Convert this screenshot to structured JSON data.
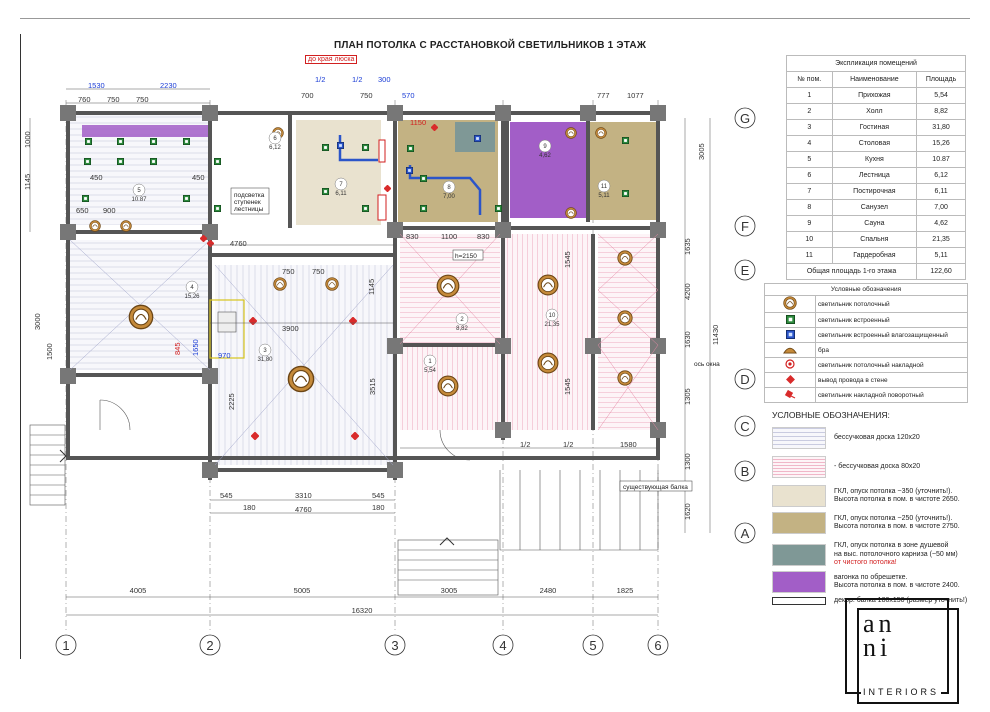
{
  "title": "ПЛАН ПОТОЛКА С РАССТАНОВКОЙ СВЕТИЛЬНИКОВ 1 ЭТАЖ",
  "note_hatch": "до края люска",
  "explication": {
    "title": "Экспликация помещений",
    "headers": [
      "№ пом.",
      "Наименование",
      "Площадь"
    ],
    "rows": [
      [
        "1",
        "Прихожая",
        "5,54"
      ],
      [
        "2",
        "Холл",
        "8,82"
      ],
      [
        "3",
        "Гостиная",
        "31,80"
      ],
      [
        "4",
        "Столовая",
        "15,26"
      ],
      [
        "5",
        "Кухня",
        "10.87"
      ],
      [
        "6",
        "Лестница",
        "6,12"
      ],
      [
        "7",
        "Постирочная",
        "6,11"
      ],
      [
        "8",
        "Санузел",
        "7,00"
      ],
      [
        "9",
        "Сауна",
        "4,62"
      ],
      [
        "10",
        "Спальня",
        "21,35"
      ],
      [
        "11",
        "Гардеробная",
        "5,11"
      ]
    ],
    "total_label": "Общая площадь 1-го этажа",
    "total_value": "122,60"
  },
  "legend_symbols": {
    "title": "Условные обозначения",
    "items": [
      {
        "icon": "ceiling-lamp-icon",
        "label": "светильник потолочный"
      },
      {
        "icon": "recessed-lamp-icon",
        "label": "светильник встроенный"
      },
      {
        "icon": "wet-recessed-lamp-icon",
        "label": "светильник встроенный влагозащищенный"
      },
      {
        "icon": "sconce-icon",
        "label": "бра"
      },
      {
        "icon": "surface-lamp-icon",
        "label": "светильник потолочный накладной"
      },
      {
        "icon": "wall-outlet-icon",
        "label": "вывод провода в стене"
      },
      {
        "icon": "swivel-lamp-icon",
        "label": "светильник накладной поворотный"
      }
    ]
  },
  "legend_materials": {
    "title": "УСЛОВНЫЕ ОБОЗНАЧЕНИЯ:",
    "items": [
      {
        "line1": "бессучковая доска 120х20",
        "line2": "",
        "line3": "",
        "swatch": "#e9e9f2"
      },
      {
        "line1": "- бессучковая доска 80х20",
        "line2": "",
        "line3": "",
        "swatch": "#f6dbe4"
      },
      {
        "line1": "ГКЛ, опуск потолка ~350 (уточнить!).",
        "line2": "Высота потолка в пом. в чистоте 2650.",
        "line3": "",
        "swatch": "#e9e2cf"
      },
      {
        "line1": "ГКЛ, опуск потолка ~250 (уточнить!).",
        "line2": "Высота потолка в пом. в чистоте 2750.",
        "line3": "",
        "swatch": "#c3b283"
      },
      {
        "line1": "ГКЛ, опуск потолка в зоне душевой",
        "line2": "на выс. потолочного карниза (~50 мм)",
        "line3": "от чистого потолка!",
        "swatch": "#7f9896"
      },
      {
        "line1": "вагонка по обрешетке.",
        "line2": "Высота потолка в пом. в чистоте 2400.",
        "line3": "",
        "swatch": "#a25ec7"
      },
      {
        "line1": "декор. балка 180х150 (размер уточнить!)",
        "line2": "",
        "line3": "",
        "swatch": "#ffffff"
      }
    ]
  },
  "axes": {
    "vertical": [
      "1",
      "2",
      "3",
      "4",
      "5",
      "6"
    ],
    "horizontal": [
      "G",
      "F",
      "E",
      "D",
      "C",
      "B",
      "A"
    ]
  },
  "dims_bottom": [
    "4005",
    "5005",
    "3005",
    "2480",
    "1825"
  ],
  "dim_total": "16320",
  "dims_right_total": "11430",
  "notes": {
    "stair_light": "подсветка ступенек лестницы",
    "window_axis": "ось окна",
    "beam": "существующая балка",
    "h_label": "h=2150"
  },
  "logo": {
    "line1": "an",
    "line2": "ni",
    "sub": "INTERIORS"
  }
}
